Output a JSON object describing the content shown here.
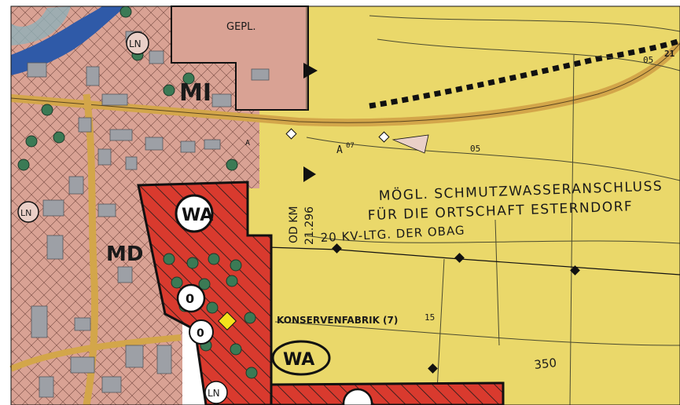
{
  "colors": {
    "agricultural_yellow": "#ead86a",
    "mixed_use_pink": "#d9a294",
    "planned_red": "#d93a2e",
    "road": "#d3a64a",
    "river": "#2f5aa8",
    "building_gray": "#9da0a6",
    "tree_green": "#2f6a4a",
    "border_black": "#111111"
  },
  "labels": {
    "gepl": "GEPL.",
    "mi": "MI",
    "md": "MD",
    "a07": "A",
    "a07_sup": "07",
    "a_small": "A",
    "zone05_a": "05",
    "zone05_b": "05",
    "zone15": "15",
    "od_km_1": "OD KM",
    "od_km_2": "21.296",
    "sewer_line_1": "MÖGL. SCHMUTZWASSERANSCHLUSS",
    "sewer_line_2": "FÜR DIE ORTSCHAFT ESTERNDORF",
    "power_line": "20 KV-LTG. DER OBAG",
    "factory": "KONSERVENFABRIK (7)",
    "contour": "350",
    "corner_num": "21",
    "ln_top": "LN",
    "ln_left": "LN",
    "ln_bottom": "LN"
  },
  "badges": {
    "wa_top": "WA",
    "wa_yellow": "WA",
    "circle_mid": "0",
    "circle_lower": "0"
  }
}
